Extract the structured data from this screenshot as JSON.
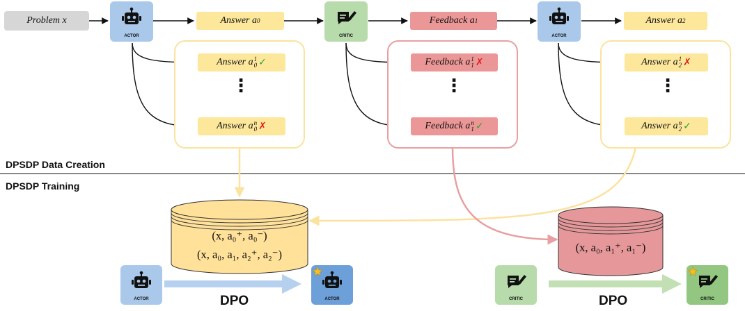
{
  "colors": {
    "problem": "#d6d6d6",
    "answer": "#fde79b",
    "feedback": "#ec9797",
    "actor": "#a9c8ea",
    "critic": "#b8dbac",
    "actor_trained": "#6d9fd9",
    "critic_trained": "#93c680",
    "yellow_border": "#fae39e",
    "red_border": "#e89fa1",
    "db_yellow": "#ffe19a",
    "db_red": "#e59799",
    "arrow_blue": "#b5d1ef",
    "arrow_green": "#c2e0b4"
  },
  "icons": {
    "actor": "robot-icon",
    "critic": "chat-edit-icon",
    "trained": "star-icon",
    "check": "check-icon",
    "cross": "cross-icon",
    "database": "database-icon"
  },
  "top_row": {
    "problem": {
      "text": "Problem",
      "var": "x"
    },
    "actor_label": "ACTOR",
    "critic_label": "CRITIC",
    "answer0": {
      "text": "Answer",
      "var": "a",
      "sub": "0"
    },
    "feedback1": {
      "text": "Feedback",
      "var": "a",
      "sub": "1"
    },
    "answer2": {
      "text": "Answer",
      "var": "a",
      "sub": "2"
    }
  },
  "groups": {
    "answers0": [
      {
        "text": "Answer",
        "var": "a",
        "sub": "0",
        "sup": "1",
        "mark": "✓"
      },
      {
        "text": "Answer",
        "var": "a",
        "sub": "0",
        "sup": "n",
        "mark": "✗"
      }
    ],
    "feedbacks1": [
      {
        "text": "Feedback",
        "var": "a",
        "sub": "1",
        "sup": "1",
        "mark": "✗"
      },
      {
        "text": "Feedback",
        "var": "a",
        "sub": "1",
        "sup": "n",
        "mark": "✓"
      }
    ],
    "answers2": [
      {
        "text": "Answer",
        "var": "a",
        "sub": "2",
        "sup": "1",
        "mark": "✗"
      },
      {
        "text": "Answer",
        "var": "a",
        "sub": "2",
        "sup": "n",
        "mark": "✓"
      }
    ],
    "ellipsis": "⋮"
  },
  "sections": {
    "creation": "DPSDP Data Creation",
    "training": "DPSDP Training"
  },
  "training": {
    "actor_db": [
      "(x, a₀⁺, a₀⁻)",
      "(x, a₀, a₁, a₂⁺, a₂⁻)"
    ],
    "critic_db": [
      "(x, a₀, a₁⁺, a₁⁻)"
    ],
    "dpo_label": "DPO",
    "actor_label": "ACTOR",
    "critic_label": "CRITIC"
  }
}
